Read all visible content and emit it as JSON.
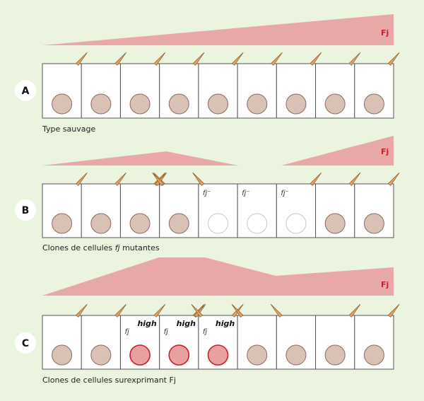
{
  "gradient_label": "Fj",
  "colors": {
    "background": "#ebf4df",
    "gradient": "#e8a8a8",
    "cell_border": "#555555",
    "nucleus_fill": "#d9c1b6",
    "nucleus_stroke": "#8a6d62",
    "mutant_nucleus_stroke": "#c9c9c9",
    "over_nucleus_fill": "#e8a0a0",
    "over_nucleus_stroke": "#c8202a",
    "hair": "#e3a265",
    "hair_stroke": "#8a5a2a"
  },
  "panels": [
    {
      "letter": "A",
      "caption_before": "Type sauvage",
      "caption_italic": "",
      "caption_after": "",
      "cell_labels": [
        "",
        "",
        "",
        "",
        "",
        "",
        "",
        "",
        ""
      ],
      "cell_types": [
        "normal",
        "normal",
        "normal",
        "normal",
        "normal",
        "normal",
        "normal",
        "normal",
        "normal"
      ],
      "hair_directions": [
        "right",
        "right",
        "right",
        "right",
        "right",
        "right",
        "right",
        "right",
        "right"
      ]
    },
    {
      "letter": "B",
      "caption_before": "Clones de cellules ",
      "caption_italic": "fj",
      "caption_after": " mutantes",
      "cell_labels": [
        "",
        "",
        "",
        "",
        "fj⁻",
        "fj⁻",
        "fj⁻",
        "",
        ""
      ],
      "cell_types": [
        "normal",
        "normal",
        "normal",
        "normal",
        "mutant",
        "mutant",
        "mutant",
        "normal",
        "normal"
      ],
      "hair_directions": [
        "right",
        "right",
        "right",
        "left",
        "left",
        "none",
        "right",
        "right",
        "right"
      ]
    },
    {
      "letter": "C",
      "caption_before": "Clones de cellules surexprimant Fj",
      "caption_italic": "",
      "caption_after": "",
      "cell_labels": [
        "",
        "",
        "fj",
        "fj",
        "fj",
        "",
        "",
        "",
        ""
      ],
      "cell_superscripts": [
        "",
        "",
        "high",
        "high",
        "high",
        "",
        "",
        "",
        ""
      ],
      "cell_types": [
        "normal",
        "normal",
        "over",
        "over",
        "over",
        "normal",
        "normal",
        "normal",
        "normal"
      ],
      "hair_directions": [
        "right",
        "right",
        "right",
        "right",
        "right",
        "left",
        "left",
        "right",
        "right"
      ]
    }
  ]
}
